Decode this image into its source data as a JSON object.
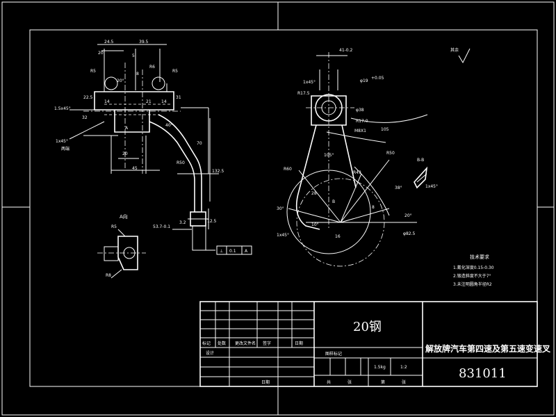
{
  "dims_front": {
    "d24_5": "24.5",
    "d39_5": "39.5",
    "d20": "20",
    "dR5a": "R5",
    "dR5b": "R5",
    "d5": "5",
    "d20deg": "20°",
    "dR6": "R6",
    "d8": "8",
    "d22_5": "22.5",
    "d31": "31",
    "d14a": "14",
    "d14b": "14",
    "d21": "21",
    "d32": "32",
    "d1_5x45": "1.5x45°",
    "d1x45": "1x45°",
    "dBothEnds": "两端",
    "dA": "A",
    "d20b": "20",
    "d45": "45",
    "d70": "70",
    "d40deg": "40°",
    "dR50": "R50",
    "d132_5": "132.5",
    "d12_5": "12.5",
    "d3_2": "3.2",
    "d53_7": "53.7-0.1"
  },
  "dims_view_a": {
    "title": "A向",
    "dR5": "R5",
    "dR8": "R8"
  },
  "dims_side": {
    "d41_2": "41-0.2",
    "d19": "φ19",
    "d19_tol": "+0.05",
    "d1x45": "1x45°",
    "dR17_5": "R17.5",
    "d38": "φ38",
    "dR17_0": "R17.0",
    "dM8x1": "M8X1",
    "d105": "105",
    "d105deg": "105°",
    "dR50": "R50",
    "dR60": "R60",
    "dR43": "R43",
    "d28": "28",
    "d8": "8",
    "d16": "16",
    "d30deg": "30°",
    "d38deg": "38°",
    "d10deg": "10°",
    "d20deg": "20°",
    "d1x45b": "1x45°",
    "d82_5": "φ82.5",
    "dB": "B"
  },
  "view_bb": {
    "title": "B-B",
    "d1x45": "1x45°"
  },
  "tolerance": {
    "symbol": "⊥",
    "value": "0.1",
    "datum": "A"
  },
  "surface_mark": "其余",
  "tech_req": {
    "title": "技术要求",
    "items": [
      "1.氰化深度0.15-0.30",
      "2.锻造斜度不大于7°",
      "3.未注明圆角半径R2"
    ]
  },
  "title_block": {
    "material": "20钢",
    "part_name": "解放牌汽车第四速及第五速变速叉",
    "drawing_no": "831011",
    "col_headers": [
      "标记",
      "处数",
      "更改文件名",
      "签字",
      "日期"
    ],
    "designer": "设计",
    "stage_label": "图样标记",
    "weight": "1.5kg",
    "scale": "1:2",
    "date_label": "日期",
    "sheets_total": "共",
    "sheets_total_unit": "张",
    "sheet_no": "第",
    "sheet_no_unit": "张"
  }
}
